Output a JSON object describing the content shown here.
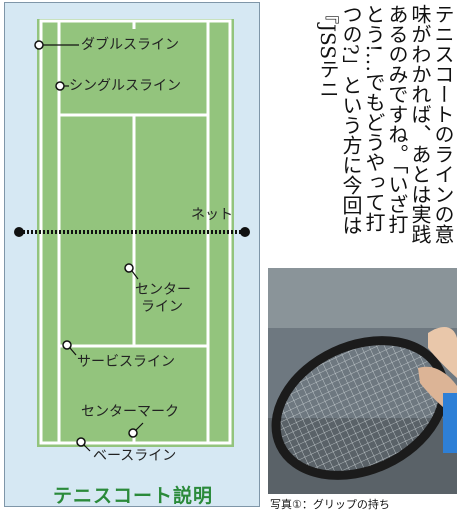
{
  "court_labels": {
    "doubles_line": "ダブルスライン",
    "singles_line": "シングルスライン",
    "net": "ネット",
    "center_line_1": "センター",
    "center_line_2": "ライン",
    "service_line": "サービスライン",
    "center_mark": "センターマーク",
    "base_line": "ベースライン"
  },
  "diagram_title": "テニスコート説明",
  "body_text": "テニスコートのラインの意味がわかれば、あとは実践あるのみですね。「いざ打とう!…でもどうやって打つの?」という方に今回は『JSSテニ",
  "photo_caption": "写真①：グリップの持ち",
  "colors": {
    "panel_bg": "#d6e8f3",
    "court_green": "#93c47d",
    "court_line": "#ffffff",
    "net_color": "#111111",
    "title_green": "#2a8a3a"
  }
}
